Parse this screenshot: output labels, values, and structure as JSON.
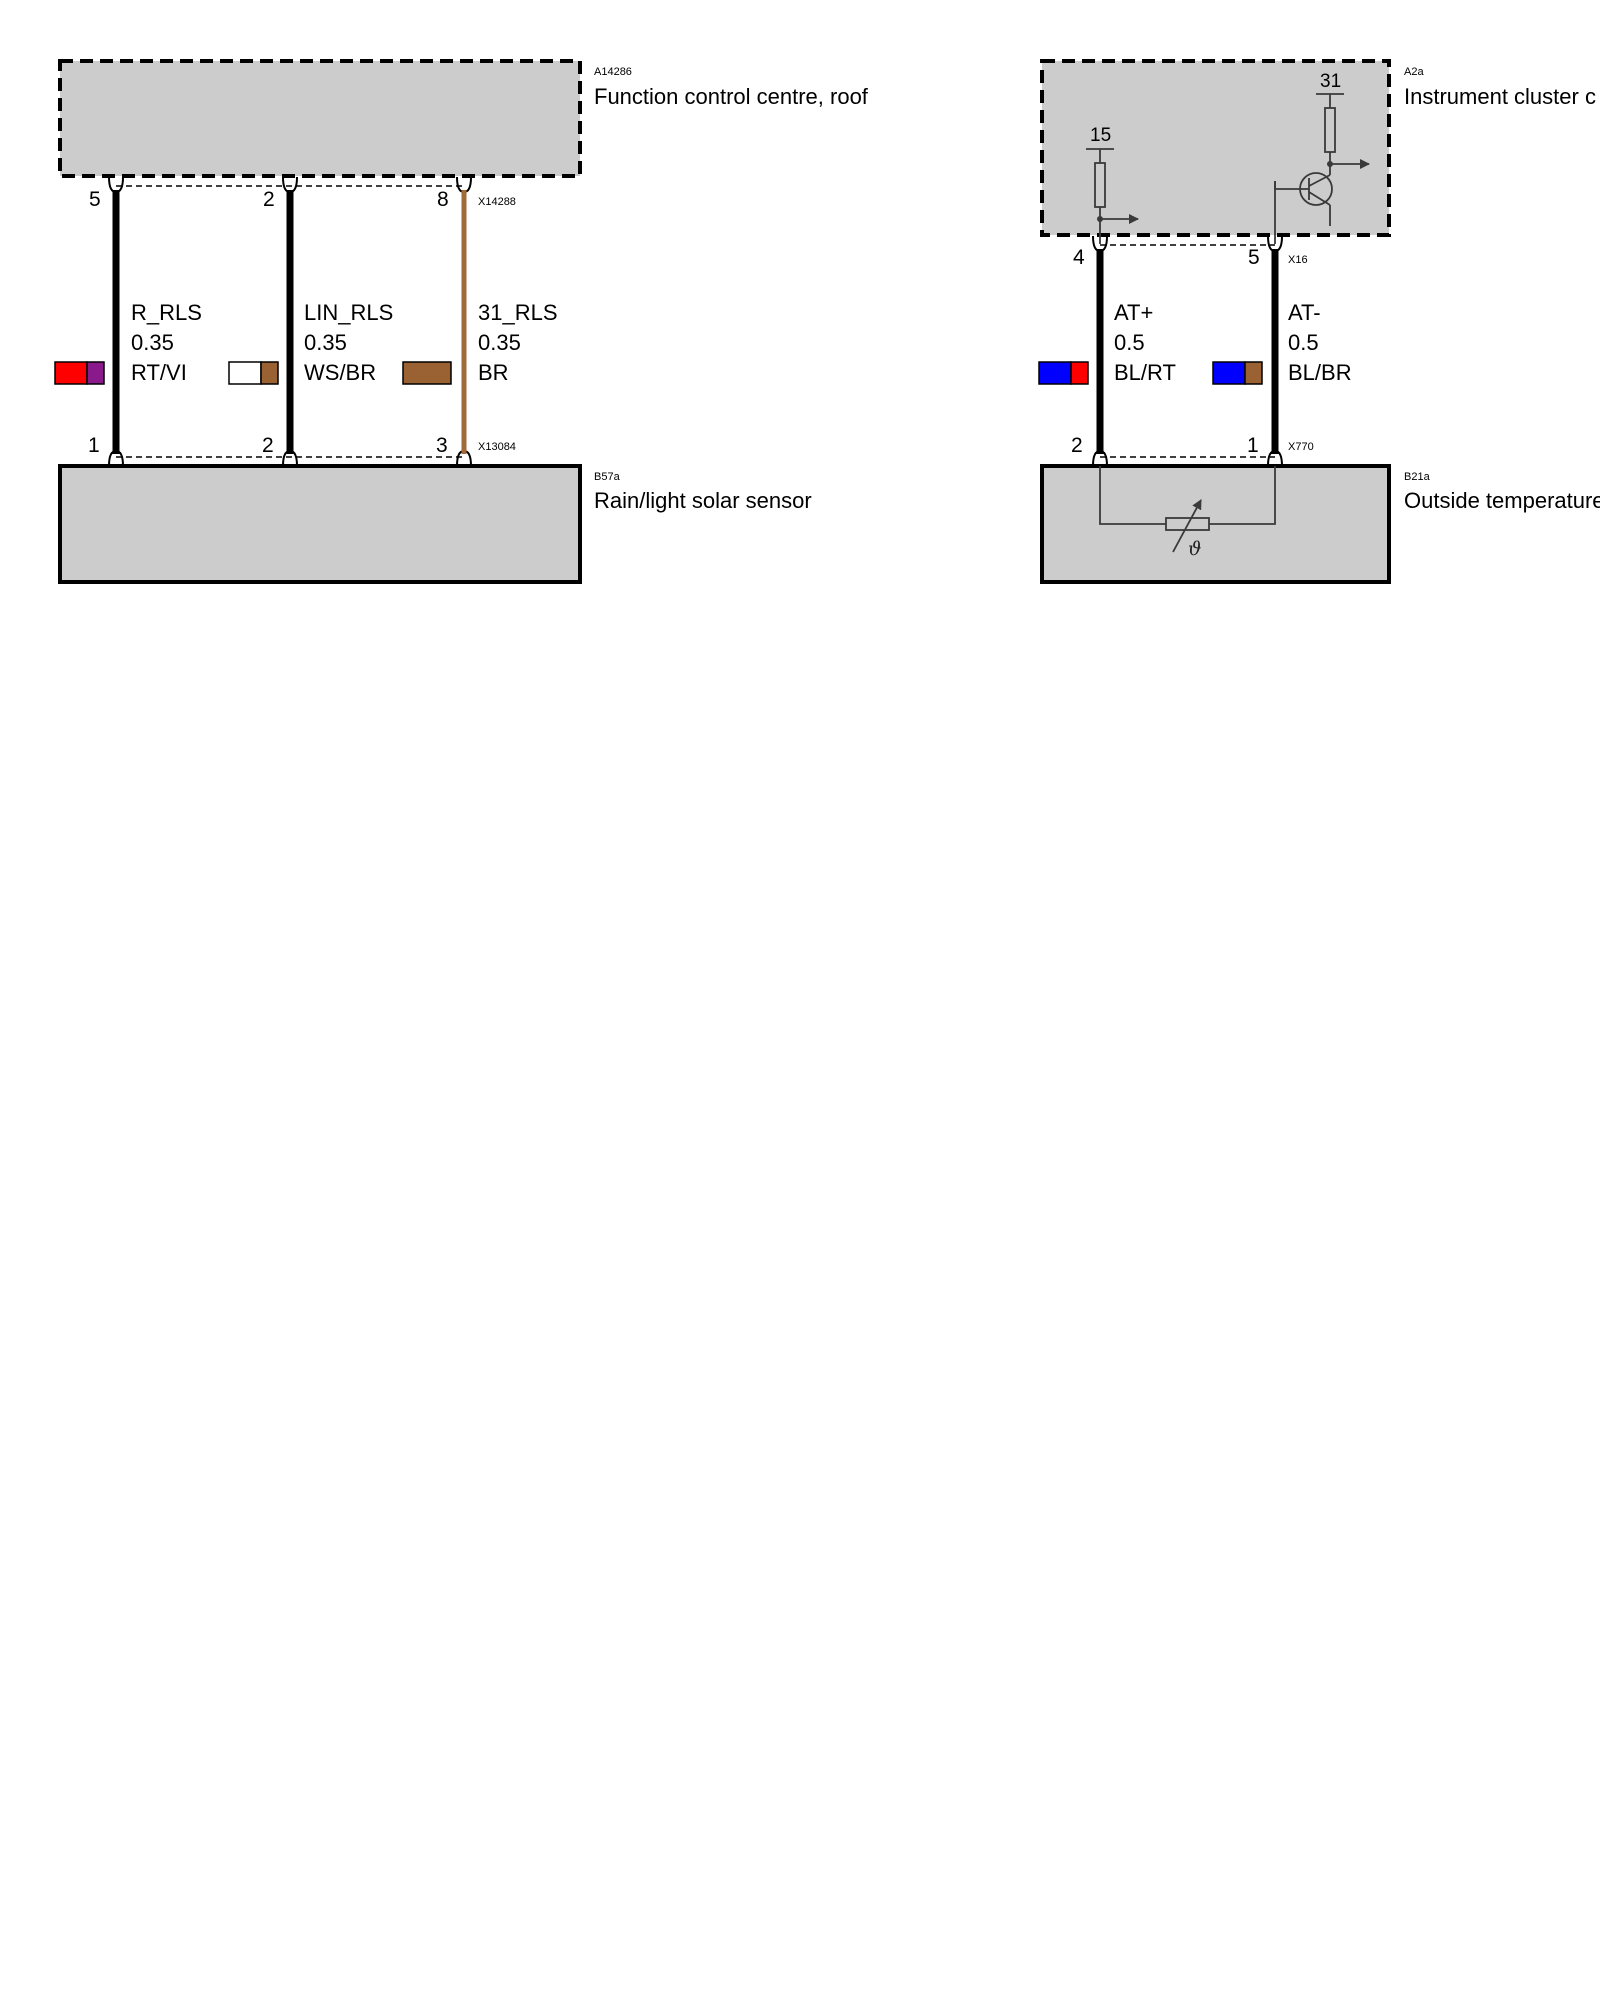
{
  "diagram_left": {
    "top_component": {
      "id": "A14286",
      "name": "Function control centre, roof"
    },
    "bottom_component": {
      "id": "B57a",
      "name": "Rain/light solar sensor"
    },
    "top_connector": "X14288",
    "bottom_connector": "X13084",
    "wires": [
      {
        "signal": "R_RLS",
        "size": "0.35",
        "color_code": "RT/VI",
        "pin_top": "5",
        "pin_bottom": "1",
        "color1": "#ff0000",
        "color2": "#8a1a8c",
        "line_color": "#000000"
      },
      {
        "signal": "LIN_RLS",
        "size": "0.35",
        "color_code": "WS/BR",
        "pin_top": "2",
        "pin_bottom": "2",
        "color1": "#ffffff",
        "color2": "#9a6232",
        "line_color": "#000000"
      },
      {
        "signal": "31_RLS",
        "size": "0.35",
        "color_code": "BR",
        "pin_top": "8",
        "pin_bottom": "3",
        "color1": "#9a6232",
        "color2": "#9a6232",
        "line_color": "#a06a3a"
      }
    ]
  },
  "diagram_right": {
    "top_component": {
      "id": "A2a",
      "name": "Instrument cluster c"
    },
    "bottom_component": {
      "id": "B21a",
      "name": "Outside temperature"
    },
    "top_connector": "X16",
    "bottom_connector": "X770",
    "terminal_labels": {
      "left": "15",
      "right": "31"
    },
    "sensor_symbol": "ϑ",
    "wires": [
      {
        "signal": "AT+",
        "size": "0.5",
        "color_code": "BL/RT",
        "pin_top": "4",
        "pin_bottom": "2",
        "color1": "#0000ff",
        "color2": "#ff0000",
        "line_color": "#000000"
      },
      {
        "signal": "AT-",
        "size": "0.5",
        "color_code": "BL/BR",
        "pin_top": "5",
        "pin_bottom": "1",
        "color1": "#0000ff",
        "color2": "#9a6232",
        "line_color": "#000000"
      }
    ]
  }
}
